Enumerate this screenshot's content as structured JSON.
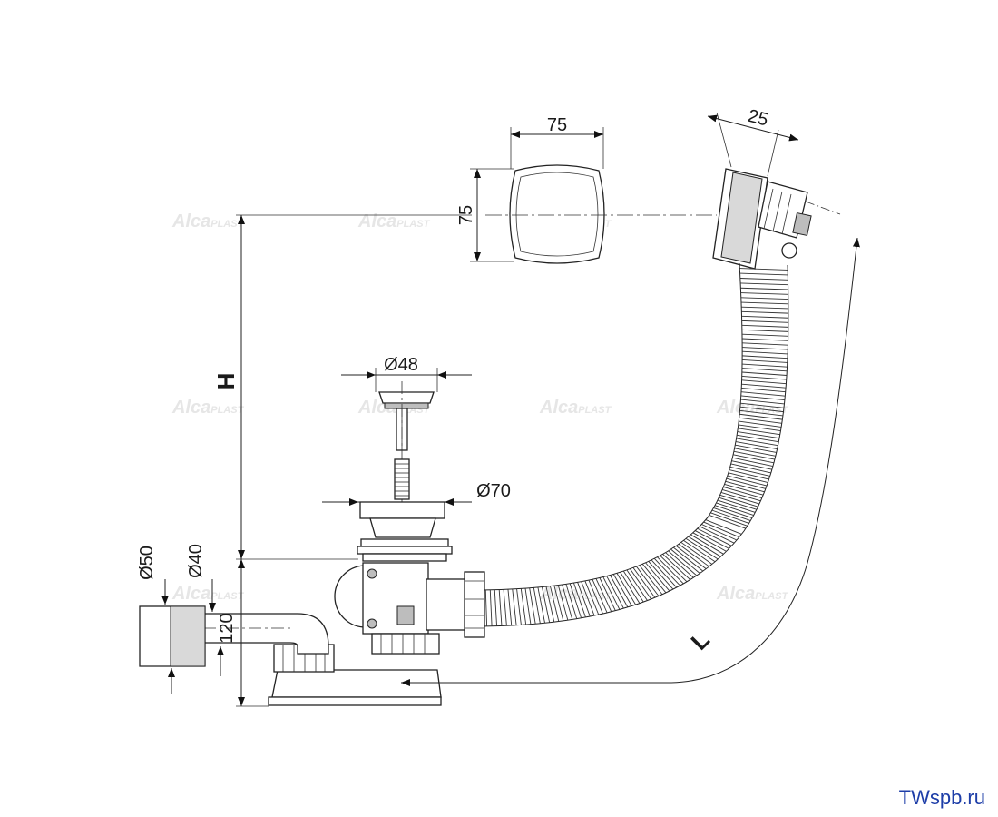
{
  "dimensions": {
    "cap_width": "75",
    "cap_height": "75",
    "overflow_depth": "25",
    "plug_diameter": "Ø48",
    "waste_diameter": "Ø70",
    "outlet_outer_diameter": "Ø50",
    "outlet_inner_diameter": "Ø40",
    "trap_height": "120",
    "height_label": "H",
    "length_label": "L"
  },
  "watermark": {
    "brand": "Alca",
    "brand_suffix": "PLAST"
  },
  "site_label": "TWspb.ru",
  "colors": {
    "site_label": "#1e3ea8",
    "watermark": "#e6e6e6"
  }
}
